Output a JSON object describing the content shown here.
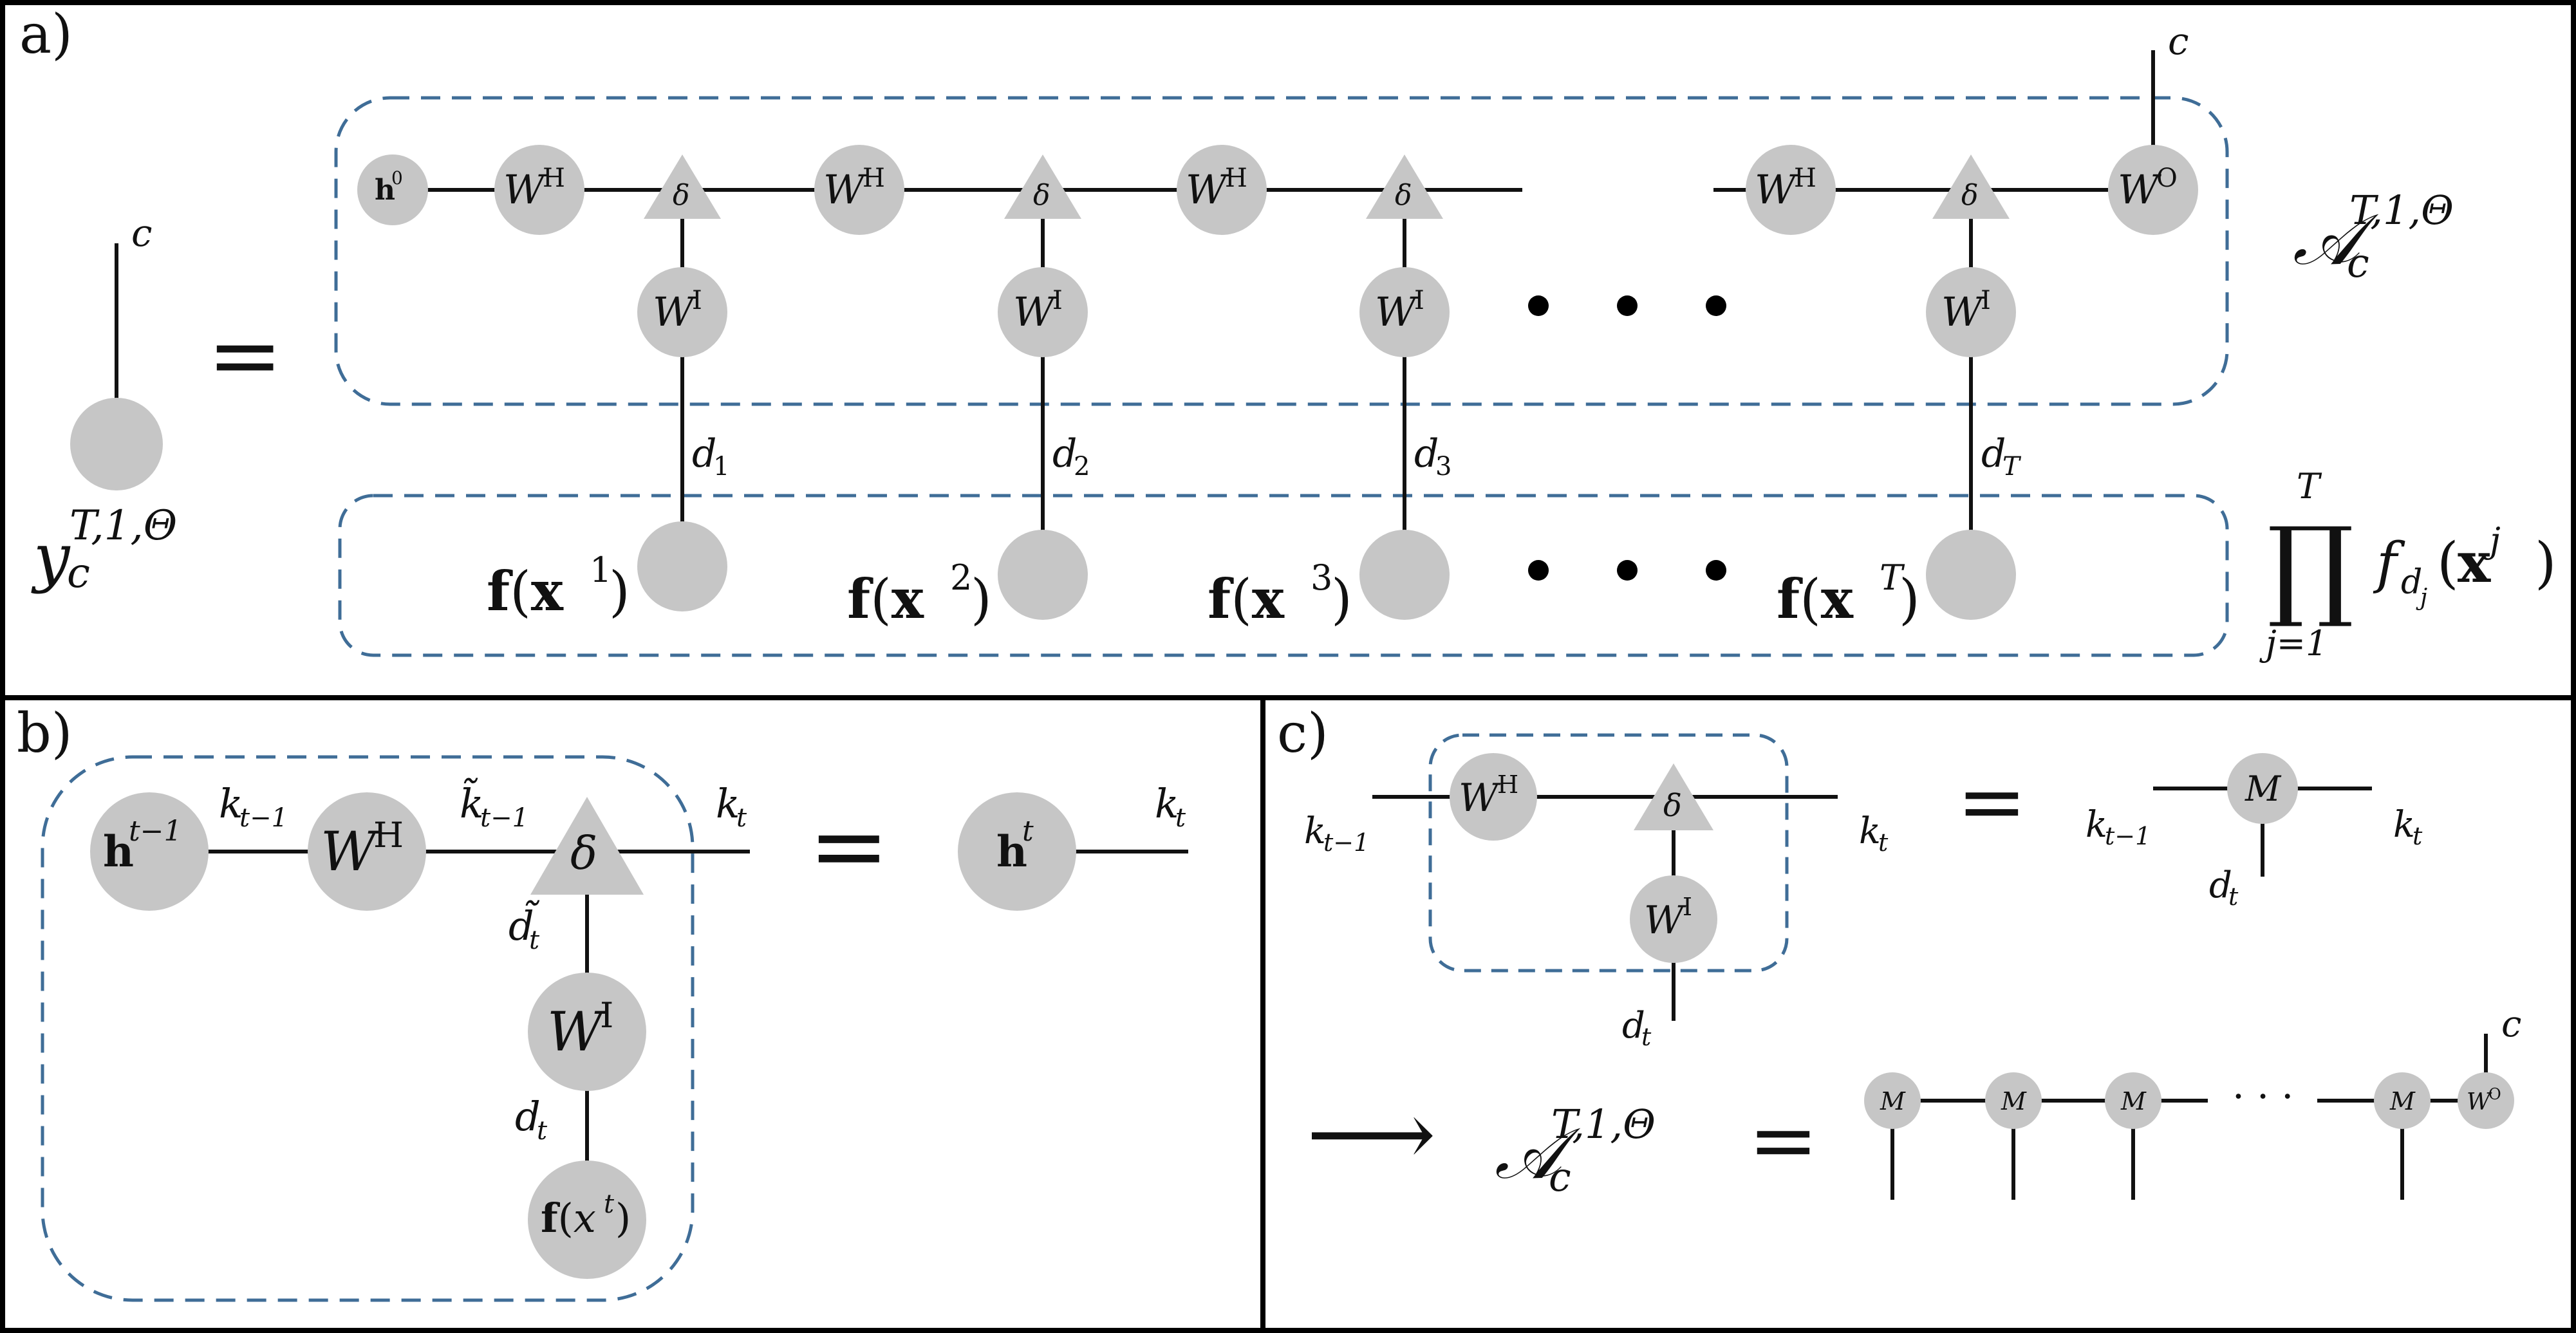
{
  "panels": {
    "a": {
      "label": "a)"
    },
    "b": {
      "label": "b)"
    },
    "c": {
      "label": "c)"
    }
  },
  "colors": {
    "node": "#c6c6c6",
    "dash": "#3f6d97",
    "line": "#111111",
    "border": "#000000"
  },
  "icons": {
    "tensor_node": "circle",
    "delta_tensor": "triangle",
    "ellipsis": "dots"
  },
  "a": {
    "lhs_c": "c",
    "lhs_y": "y",
    "lhs_sub": "c",
    "lhs_sup": "T,1,Θ",
    "equals": "=",
    "h0": "h",
    "h0_sup": "0",
    "WH": "W",
    "WH_sup": "H",
    "WI": "W",
    "WI_sup": "I",
    "WO": "W",
    "WO_sup": "O",
    "delta": "δ",
    "top_c": "c",
    "d_labels": [
      {
        "base": "d",
        "sub": "1"
      },
      {
        "base": "d",
        "sub": "2"
      },
      {
        "base": "d",
        "sub": "3"
      },
      {
        "base": "d",
        "sub": "T"
      }
    ],
    "f_labels": [
      {
        "f": "f",
        "x": "x",
        "sup": "1"
      },
      {
        "f": "f",
        "x": "x",
        "sup": "2"
      },
      {
        "f": "f",
        "x": "x",
        "sup": "3"
      },
      {
        "f": "f",
        "x": "x",
        "sup": "T"
      }
    ],
    "A": "𝒜",
    "A_sub": "c",
    "A_sup": "T,1,Θ",
    "prod_symbol": "∏",
    "prod_top": "T",
    "prod_bottom": "j=1",
    "prod_f": "f",
    "prod_f_sub": "d",
    "prod_f_subsub": "j",
    "prod_x": "x",
    "prod_x_sup": "j"
  },
  "b": {
    "h_prev": "h",
    "h_prev_sup": "t−1",
    "k_prev": "k",
    "k_prev_sub": "t−1",
    "WH": "W",
    "WH_sup": "H",
    "ktilde": "k̃",
    "ktilde_sub": "t−1",
    "delta": "δ",
    "k_t": "k",
    "k_t_sub": "t",
    "dtilde": "d̃",
    "dtilde_sub": "t",
    "WI": "W",
    "WI_sup": "I",
    "d_t": "d",
    "d_t_sub": "t",
    "fx": "f",
    "fx_x": "x",
    "fx_sup": "t",
    "equals": "=",
    "h_t": "h",
    "h_t_sup": "t",
    "rhs_k": "k",
    "rhs_k_sub": "t"
  },
  "c": {
    "k_prev": "k",
    "k_prev_sub": "t−1",
    "WH": "W",
    "WH_sup": "H",
    "delta": "δ",
    "k_t": "k",
    "k_t_sub": "t",
    "WI": "W",
    "WI_sup": "I",
    "d_t": "d",
    "d_t_sub": "t",
    "equals": "=",
    "M": "M",
    "rhs_k_prev": "k",
    "rhs_k_prev_sub": "t−1",
    "rhs_k_t": "k",
    "rhs_k_t_sub": "t",
    "rhs_d": "d",
    "rhs_d_sub": "t",
    "arrow": "⟶",
    "A": "𝒜",
    "A_sub": "c",
    "A_sup": "T,1,Θ",
    "equals2": "=",
    "chain_M": [
      "M",
      "M",
      "M",
      "M"
    ],
    "chain_dots": "· · ·",
    "WO": "W",
    "WO_sup": "O",
    "chain_c": "c"
  }
}
